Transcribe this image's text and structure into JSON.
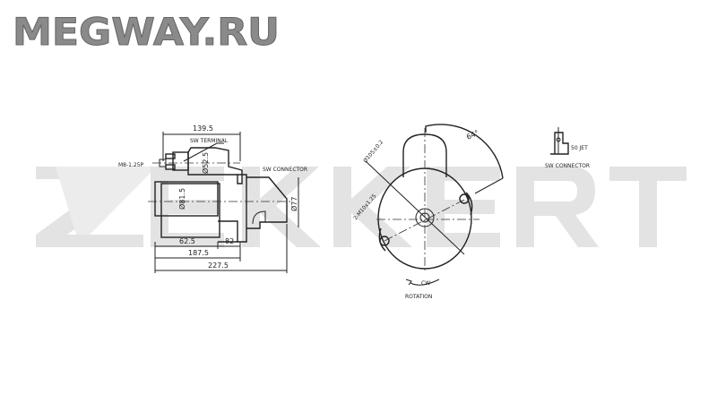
{
  "logo": {
    "site": "MEGWAY.RU",
    "watermark": "ZEKKERT"
  },
  "side_view": {
    "length_139_5": "139.5",
    "sw_terminal": "SW TERMINAL",
    "thread": "M8-1.25P",
    "dia_52_5": "Ø52.5",
    "dia_81_5": "Ø81.5",
    "sw_connector": "SW CONNECTOR",
    "dia_77": "Ø77",
    "len_62_5": "62.5",
    "len_82": "82",
    "len_187_5": "187.5",
    "len_227_5": "227.5"
  },
  "front_view": {
    "angle": "64°",
    "dia_105": "Ø105±0.2",
    "bolts": "2-M10x1.25",
    "direction": "CW",
    "rotation": "ROTATION"
  },
  "connector_detail": {
    "jet": "50 JET",
    "label": "SW CONNECTOR"
  }
}
